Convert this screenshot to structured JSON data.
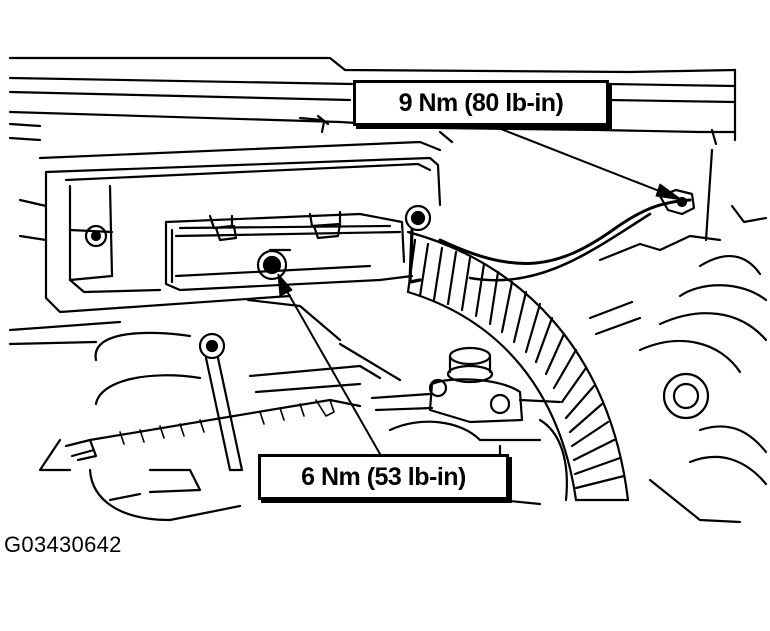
{
  "callouts": {
    "top": "9 Nm (80 lb-in)",
    "bottom": "6 Nm (53 lb-in)"
  },
  "figure_id": "G03430642",
  "colors": {
    "ink": "#000000",
    "paper": "#ffffff"
  }
}
